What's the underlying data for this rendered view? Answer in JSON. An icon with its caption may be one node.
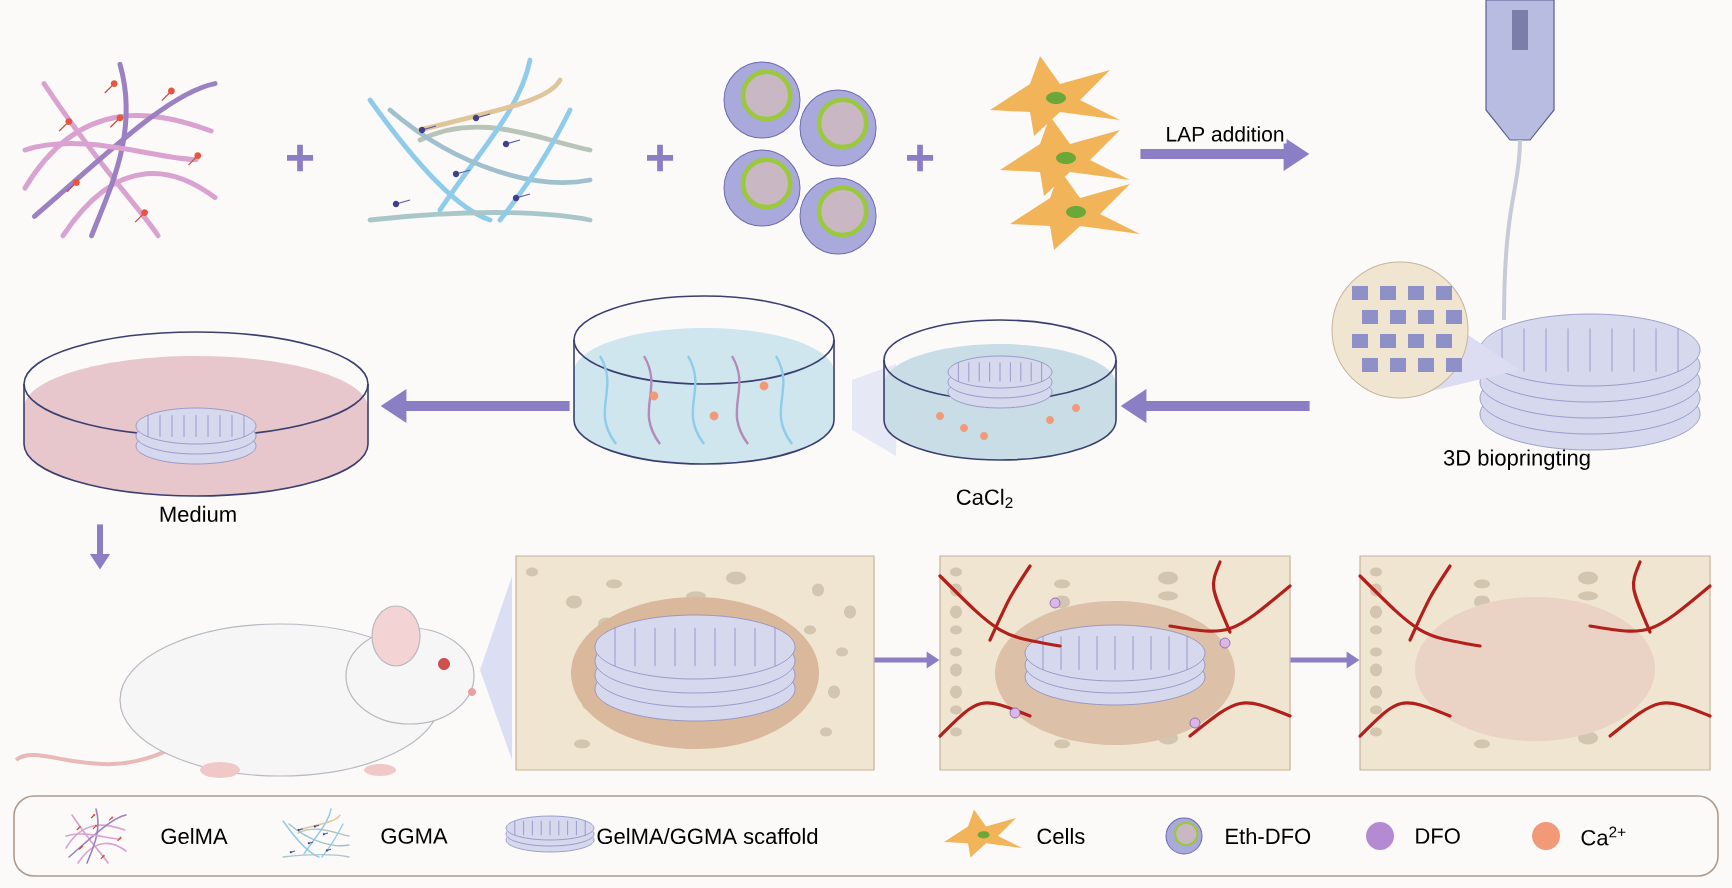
{
  "diagram": {
    "nodes": [
      {
        "text": [],
        "shape": "picture"
      },
      {
        "text": [],
        "shape": "picture"
      },
      {
        "text": [],
        "shape": "picture"
      },
      {
        "text": [],
        "shape": "picture"
      },
      {
        "text": [
          "3D biopringting"
        ]
      },
      {
        "text": [
          "CaCl$_{2}$"
        ]
      },
      {
        "text": [],
        "shape": "picture"
      },
      {
        "text": [
          "Medium"
        ]
      },
      {
        "text": [],
        "shape": "picture"
      },
      {
        "text": [],
        "shape": "picture"
      },
      {
        "text": [],
        "shape": "picture"
      },
      {
        "text": [],
        "shape": "picture"
      }
    ],
    "edges": [
      {
        "from": 3,
        "to": 4,
        "arrow": "to",
        "label": "LAP addition"
      },
      {
        "from": 4,
        "to": 5,
        "arrow": "to"
      },
      {
        "from": 6,
        "to": 7,
        "arrow": "to"
      },
      {
        "from": 7,
        "to": 8,
        "arrow": "to"
      },
      {
        "from": 9,
        "to": 10,
        "arrow": "to"
      },
      {
        "from": 10,
        "to": 11,
        "arrow": "to"
      }
    ],
    "labels": [
      "+",
      "+",
      "+"
    ],
    "legend": [
      {
        "text": "GelMA"
      },
      {
        "text": "GGMA"
      },
      {
        "text": "GelMA/GGMA scaffold"
      },
      {
        "text": "Cells"
      },
      {
        "text": "Eth-DFO"
      },
      {
        "text": "DFO",
        "color": "#b48ad2"
      },
      {
        "text": "Ca$^{2+}$",
        "color": "#f29a78"
      }
    ]
  }
}
